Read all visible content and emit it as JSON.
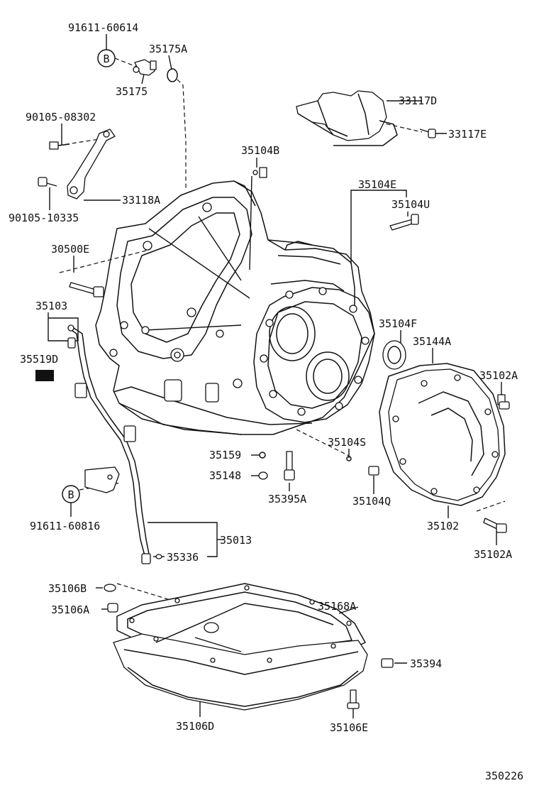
{
  "diagram": {
    "figure_number": "350226",
    "ref_marker": "B",
    "part_labels": [
      "91611-60614",
      "35175A",
      "35175",
      "90105-08302",
      "33118A",
      "90105-10335",
      "33117D",
      "33117E",
      "35104B",
      "35104E",
      "35104U",
      "30500E",
      "35103",
      "35519D",
      "35104F",
      "35144A",
      "35102A",
      "35104S",
      "35159",
      "35148",
      "35395A",
      "35104Q",
      "35102",
      "35102A",
      "91611-60816",
      "35013",
      "35336",
      "35106B",
      "35106A",
      "35168A",
      "35394",
      "35106D",
      "35106E"
    ]
  }
}
